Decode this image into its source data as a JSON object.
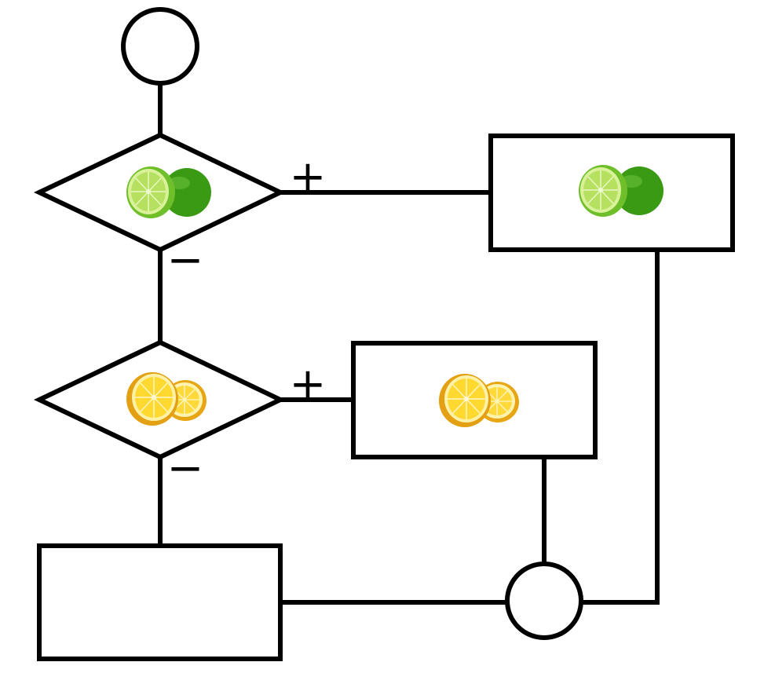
{
  "diagram": {
    "type": "flowchart",
    "nodes": [
      {
        "id": "start",
        "kind": "terminator-circle",
        "label": ""
      },
      {
        "id": "decision-lime",
        "kind": "decision",
        "icon": "lime-icon"
      },
      {
        "id": "process-lime",
        "kind": "process",
        "icon": "lime-icon"
      },
      {
        "id": "decision-lemon",
        "kind": "decision",
        "icon": "lemon-icon"
      },
      {
        "id": "process-lemon",
        "kind": "process",
        "icon": "lemon-icon"
      },
      {
        "id": "process-empty",
        "kind": "process",
        "label": ""
      },
      {
        "id": "join",
        "kind": "connector-circle",
        "label": ""
      }
    ],
    "edges": [
      {
        "from": "start",
        "to": "decision-lime",
        "label": ""
      },
      {
        "from": "decision-lime",
        "to": "process-lime",
        "label": "+"
      },
      {
        "from": "decision-lime",
        "to": "decision-lemon",
        "label": "−"
      },
      {
        "from": "decision-lemon",
        "to": "process-lemon",
        "label": "+"
      },
      {
        "from": "decision-lemon",
        "to": "process-empty",
        "label": "−"
      },
      {
        "from": "process-lemon",
        "to": "join",
        "label": ""
      },
      {
        "from": "process-lime",
        "to": "join",
        "label": ""
      },
      {
        "from": "process-empty",
        "to": "join",
        "label": ""
      }
    ]
  },
  "labels": {
    "lime_yes": "+",
    "lime_no": "−",
    "lemon_yes": "+",
    "lemon_no": "−"
  },
  "colors": {
    "lime_dark": "#3e9a1a",
    "lime_light": "#8fd43a",
    "lime_flesh": "#c8ec7a",
    "lemon_skin": "#f2b81c",
    "lemon_flesh": "#ffe45a"
  }
}
